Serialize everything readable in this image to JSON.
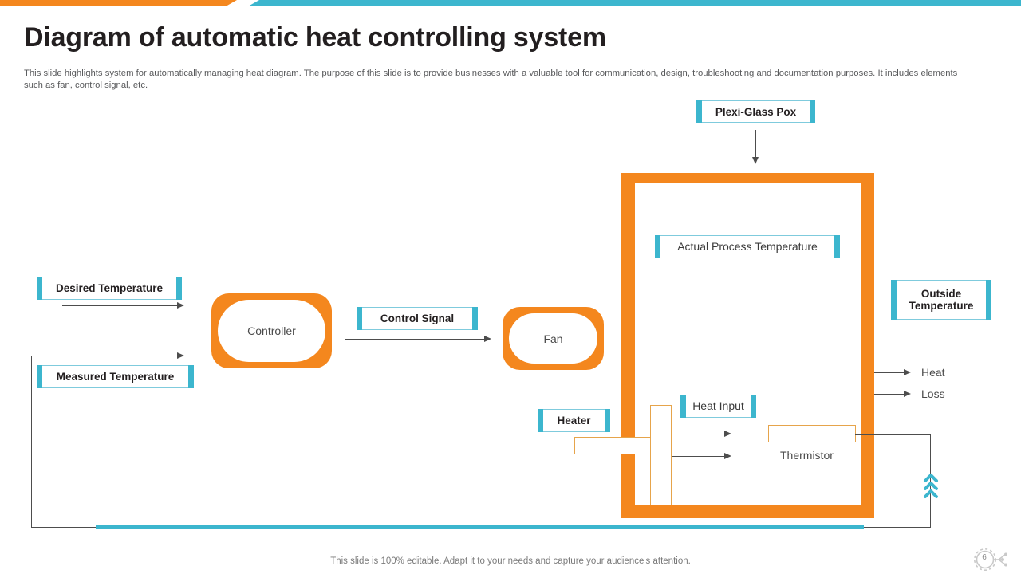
{
  "slide": {
    "title": "Diagram of automatic heat controlling system",
    "subtitle": "This slide highlights system for automatically managing heat diagram. The purpose of this slide is to provide businesses with a valuable tool for  communication, design, troubleshooting and documentation purposes. It includes elements such as fan, control signal, etc.",
    "page_number": "6"
  },
  "footer": {
    "note": "This slide is 100% editable. Adapt it to your needs and capture your audience's attention."
  },
  "theme": {
    "orange": "#F4871E",
    "cyan": "#3CB6CE",
    "cyan_border": "#7FCBDD",
    "tan": "#E6A44B",
    "line": "#4D4D4D",
    "title_color": "#231F20",
    "body_color": "#58595B"
  },
  "diagram": {
    "labels": {
      "plexi_glass_pox": "Plexi-Glass Pox",
      "desired_temperature": "Desired Temperature",
      "measured_temperature": "Measured Temperature",
      "control_signal": "Control Signal",
      "actual_process_temperature": "Actual Process Temperature",
      "outside_temperature": "Outside Temperature",
      "heater": "Heater",
      "heat_input": "Heat Input"
    },
    "blocks": {
      "controller": "Controller",
      "fan": "Fan"
    },
    "plain_labels": {
      "thermistor": "Thermistor",
      "heat": "Heat",
      "loss": "Loss"
    }
  },
  "icons": {
    "chevrons_up": "chevrons-up-icon",
    "gear": "gear-icon"
  }
}
